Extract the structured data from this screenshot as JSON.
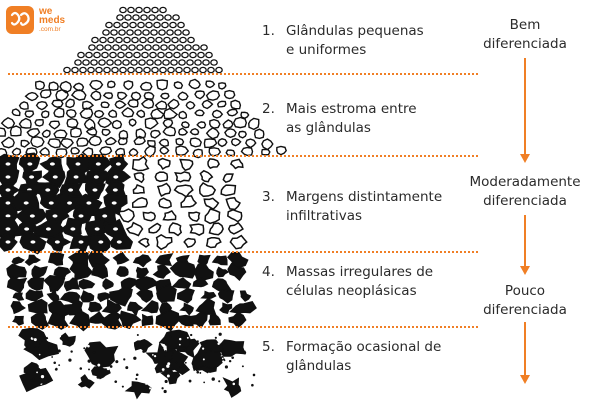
{
  "logo": {
    "brand_line1": "we",
    "brand_line2": "meds",
    "domain": ".com.br",
    "color": "#f07f25"
  },
  "items": [
    {
      "num": "1.",
      "line1": "Glândulas pequenas",
      "line2": "e uniformes"
    },
    {
      "num": "2.",
      "line1": "Mais estroma entre",
      "line2": "as glândulas"
    },
    {
      "num": "3.",
      "line1": "Margens distintamente",
      "line2": "infiltrativas"
    },
    {
      "num": "4.",
      "line1": "Massas irregulares de",
      "line2": "células neoplásicas"
    },
    {
      "num": "5.",
      "line1": "Formação ocasional de",
      "line2": "glândulas"
    }
  ],
  "differentiation": {
    "well_line1": "Bem",
    "well_line2": "diferenciada",
    "moderate_line1": "Moderadamente",
    "moderate_line2": "diferenciada",
    "poor_line1": "Pouco",
    "poor_line2": "diferenciada"
  },
  "colors": {
    "accent": "#f07f25",
    "text": "#2b2b2b",
    "tissue": "#111111"
  }
}
